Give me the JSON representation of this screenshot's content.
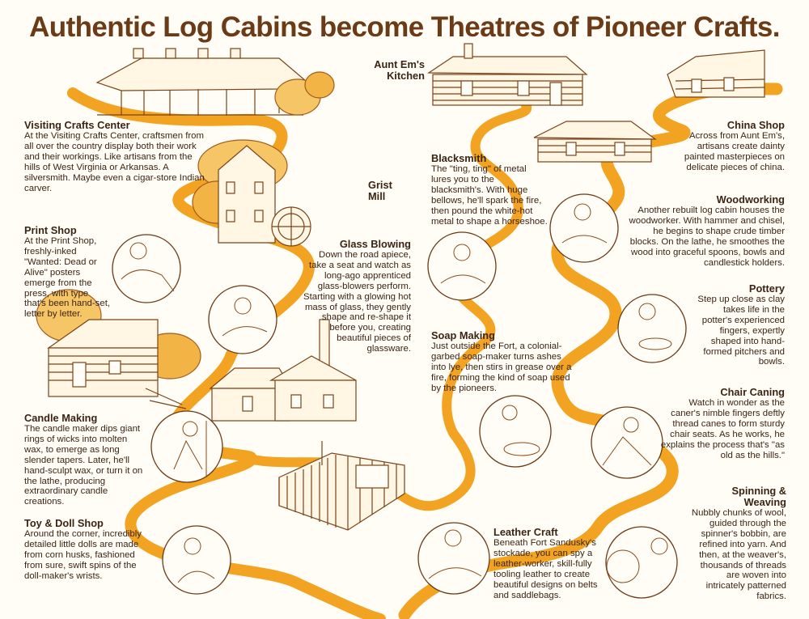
{
  "title": "Authentic Log Cabins become Theatres of Pioneer Crafts.",
  "colors": {
    "path": "#f2a321",
    "ink": "#4a2a12",
    "sketch": "#a35b1c",
    "paper": "#fffdf6"
  },
  "illustrations": [
    "visiting-crafts-center-building",
    "grist-mill",
    "aunt-ems-kitchen-cabin",
    "china-shop-building",
    "print-shop-cabin",
    "glass-blowing-house",
    "fort-sandusky-stockade"
  ],
  "labels": {
    "aunt_em": "Aunt Em's Kitchen",
    "grist_mill": "Grist Mill"
  },
  "sections": {
    "visiting": {
      "title": "Visiting Crafts Center",
      "text": "At the Visiting Crafts Center, craftsmen from all over the country display both their work and their workings. Like artisans from the hills of West Virginia or Arkansas. A silversmith. Maybe even a cigar-store Indian carver."
    },
    "print": {
      "title": "Print Shop",
      "text": "At the Print Shop, freshly-inked \"Wanted: Dead or Alive\" posters emerge from the press, with type that's been hand-set, letter by letter."
    },
    "candle": {
      "title": "Candle Making",
      "text": "The candle maker dips giant rings of wicks into molten wax, to emerge as long slender tapers. Later, he'll hand-sculpt wax, or turn it on the lathe, producing extraordinary candle creations."
    },
    "toy": {
      "title": "Toy & Doll Shop",
      "text": "Around the corner, incredibly detailed little dolls are made from corn husks, fashioned from sure, swift spins of the doll-maker's wrists."
    },
    "glass": {
      "title": "Glass Blowing",
      "text": "Down the road apiece, take a seat and watch as long-ago apprenticed glass-blowers perform. Starting with a glowing hot mass of glass, they gently shape and re-shape it before you, creating beautiful pieces of glassware."
    },
    "blacksmith": {
      "title": "Blacksmith",
      "text": "The \"ting, ting\" of metal lures you to the blacksmith's. With huge bellows, he'll spark the fire, then pound the white-hot metal to shape a horseshoe."
    },
    "soap": {
      "title": "Soap Making",
      "text": "Just outside the Fort, a colonial-garbed soap-maker turns ashes into lye, then stirs in grease over a fire, forming the kind of soap used by the pioneers."
    },
    "leather": {
      "title": "Leather Craft",
      "text": "Beneath Fort Sandusky's stockade, you can spy a leather-worker, skill-fully tooling leather to create beautiful designs on belts and saddlebags."
    },
    "china": {
      "title": "China Shop",
      "text": "Across from Aunt Em's, artisans create dainty painted masterpieces on delicate pieces of china."
    },
    "woodworking": {
      "title": "Woodworking",
      "text": "Another rebuilt log cabin houses the woodworker. With hammer and chisel, he begins to shape crude timber blocks. On the lathe, he smoothes the wood into graceful spoons, bowls and candlestick holders."
    },
    "pottery": {
      "title": "Pottery",
      "text": "Step up close as clay takes life in the potter's experienced fingers, expertly shaped into hand-formed pitchers and bowls."
    },
    "chair": {
      "title": "Chair Caning",
      "text": "Watch in wonder as the caner's nimble fingers deftly thread canes to form sturdy chair seats. As he works, he explains the process that's \"as old as the hills.\""
    },
    "spinning": {
      "title": "Spinning & Weaving",
      "text": "Nubbly chunks of wool, guided through the spinner's bobbin, are refined into yarn. And then, at the weaver's, thousands of threads are woven into intricately patterned fabrics."
    }
  }
}
